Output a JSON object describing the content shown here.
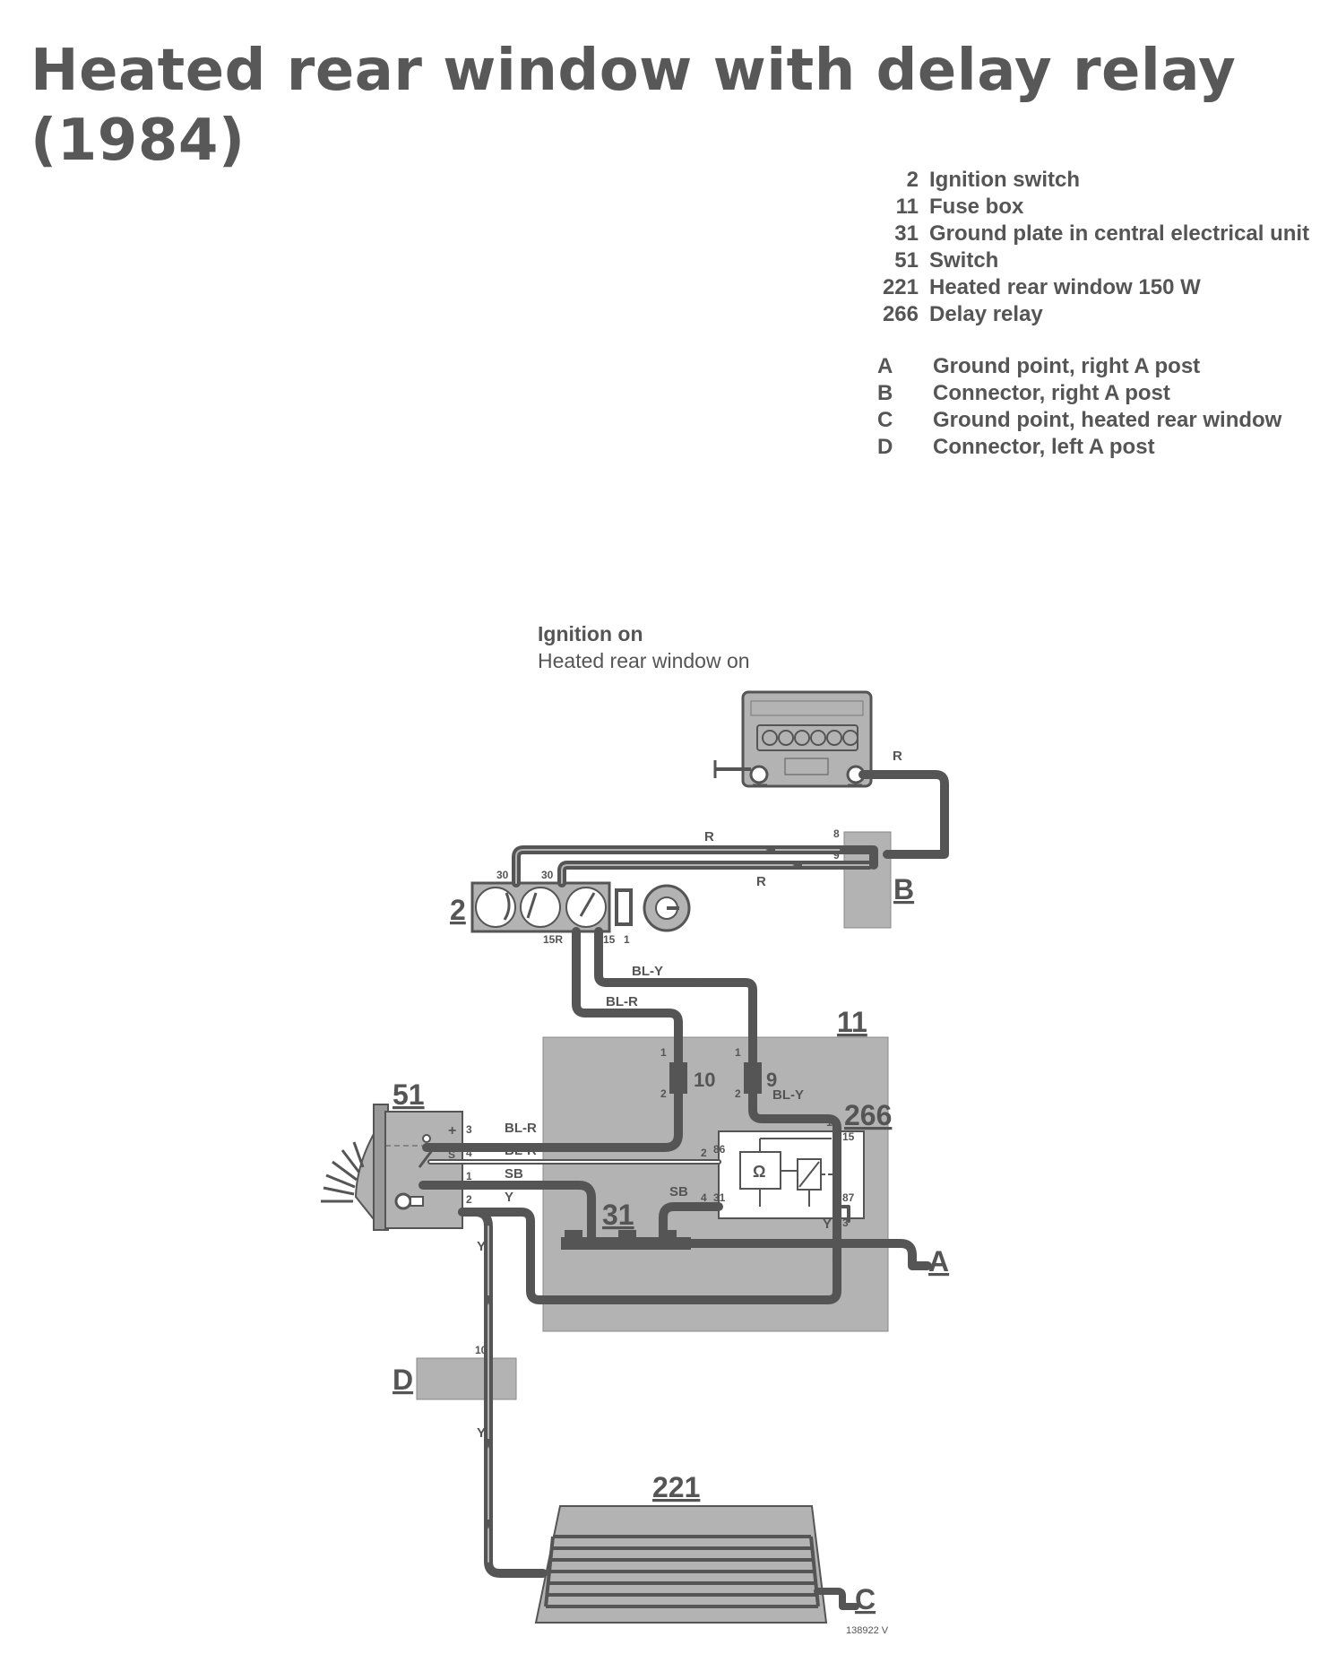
{
  "title": "Heated rear window with delay relay (1984)",
  "legend": {
    "components": [
      {
        "id": "2",
        "label": "Ignition switch"
      },
      {
        "id": "11",
        "label": "Fuse box"
      },
      {
        "id": "31",
        "label": "Ground plate in central electrical unit"
      },
      {
        "id": "51",
        "label": "Switch"
      },
      {
        "id": "221",
        "label": "Heated rear window 150 W"
      },
      {
        "id": "266",
        "label": "Delay relay"
      }
    ],
    "points": [
      {
        "id": "A",
        "label": "Ground point, right A post"
      },
      {
        "id": "B",
        "label": "Connector, right A post"
      },
      {
        "id": "C",
        "label": "Ground point, heated rear window"
      },
      {
        "id": "D",
        "label": "Connector, left A post"
      }
    ]
  },
  "status": {
    "state_title": "Ignition on",
    "state_sub": "Heated rear window on"
  },
  "diagram": {
    "component_labels": {
      "ignition_switch": "2",
      "fuse_box": "11",
      "ground_plate": "31",
      "switch": "51",
      "rear_window": "221",
      "delay_relay": "266",
      "point_a": "A",
      "point_b": "B",
      "point_c": "C",
      "point_d": "D"
    },
    "fuse_labels": {
      "fuse_10": "10",
      "fuse_9": "9"
    },
    "wire_colors": {
      "r_top": "R",
      "r_upper": "R",
      "r_lower": "R",
      "bl_y_upper": "BL-Y",
      "bl_r_upper": "BL-R",
      "bl_y_lower": "BL-Y",
      "bl_r_switch_3": "BL-R",
      "bl_r_switch_4": "BL-R",
      "sb_switch": "SB",
      "y_switch": "Y",
      "sb_relay": "SB",
      "y_relay": "Y",
      "y_vertical_1": "Y",
      "y_vertical_2": "Y"
    },
    "pin_labels": {
      "b_pin_8": "8",
      "b_pin_9": "9",
      "ign_30_left": "30",
      "ign_30_right": "30",
      "ign_15r": "15R",
      "ign_15": "15",
      "ign_1": "1",
      "fuse10_in": "1",
      "fuse10_out": "2",
      "fuse9_in": "1",
      "fuse9_out": "2",
      "sw_plus": "+",
      "sw_s": "S",
      "sw_3": "3",
      "sw_4": "4",
      "sw_1": "1",
      "sw_2": "2",
      "relay_1": "1",
      "relay_15": "15",
      "relay_2": "2",
      "relay_86": "86",
      "relay_4": "4",
      "relay_31": "31",
      "relay_87": "87",
      "relay_3": "3",
      "relay_omega": "Ω",
      "d_pin_10": "10"
    },
    "reference_number": "138922 V"
  }
}
